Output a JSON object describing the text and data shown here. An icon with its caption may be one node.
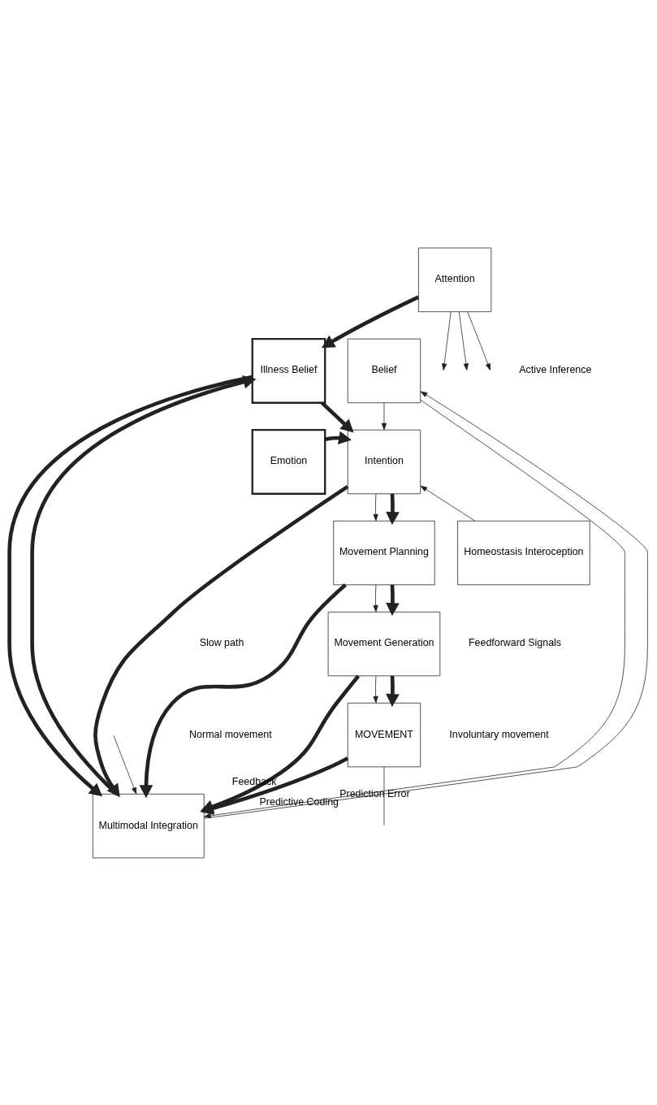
{
  "diagram": {
    "nodes": [
      {
        "text": [
          "Attention"
        ]
      },
      {
        "text": [
          "Illness Belief"
        ]
      },
      {
        "text": [
          "Belief"
        ]
      },
      {
        "text": [
          "Emotion"
        ]
      },
      {
        "text": [
          "Intention"
        ]
      },
      {
        "text": [
          "Homeostasis Interoception"
        ]
      },
      {
        "text": [
          "Movement Planning"
        ]
      },
      {
        "text": [
          "Movement Generation"
        ]
      },
      {
        "text": [
          "MOVEMENT"
        ]
      },
      {
        "text": [
          "Multimodal Integration"
        ]
      }
    ],
    "edges": [
      {
        "from": 0,
        "to": 1,
        "arrow": "to",
        "style": "thick"
      },
      {
        "from": 0,
        "to": null,
        "arrow": "to"
      },
      {
        "from": 0,
        "to": null,
        "arrow": "to"
      },
      {
        "from": 0,
        "to": null,
        "arrow": "to"
      },
      {
        "from": 9,
        "to": 2,
        "arrow": "to",
        "label": "Prediction Error"
      },
      {
        "from": 9,
        "to": 1,
        "arrow": "to",
        "style": "thick"
      },
      {
        "from": 2,
        "to": 9,
        "arrow": "to",
        "label": "Predictive Coding"
      },
      {
        "from": 1,
        "to": 9,
        "arrow": "to",
        "style": "thick"
      },
      {
        "from": 1,
        "to": 4,
        "arrow": "to",
        "style": "thick"
      },
      {
        "from": 2,
        "to": 4,
        "arrow": "to"
      },
      {
        "from": 3,
        "to": 4,
        "arrow": "to",
        "style": "thick"
      },
      {
        "from": 5,
        "to": 4,
        "arrow": "to"
      },
      {
        "from": 4,
        "to": 6,
        "arrow": "to"
      },
      {
        "from": 4,
        "to": 6,
        "arrow": "to",
        "style": "thick"
      },
      {
        "from": 4,
        "to": 9,
        "arrow": "to",
        "style": "thick"
      },
      {
        "from": 6,
        "to": 7,
        "arrow": "to"
      },
      {
        "from": 6,
        "to": 7,
        "arrow": "to",
        "style": "thick"
      },
      {
        "from": 6,
        "to": 9,
        "arrow": "to",
        "style": "thick"
      },
      {
        "from": 7,
        "to": 8,
        "arrow": "to"
      },
      {
        "from": 7,
        "to": 8,
        "arrow": "to",
        "style": "thick"
      },
      {
        "from": 7,
        "to": 9,
        "arrow": "to",
        "style": "thick"
      },
      {
        "from": 8,
        "to": 9,
        "arrow": "to",
        "style": "thick",
        "label": "Feedback"
      },
      {
        "from": 8,
        "to": null,
        "arrow": "none"
      },
      {
        "from": null,
        "to": 9,
        "arrow": "to"
      }
    ],
    "labels": [
      "Active Inference",
      "Slow path",
      "Feedforward Signals",
      "Normal movement",
      "Involuntary movement"
    ]
  }
}
